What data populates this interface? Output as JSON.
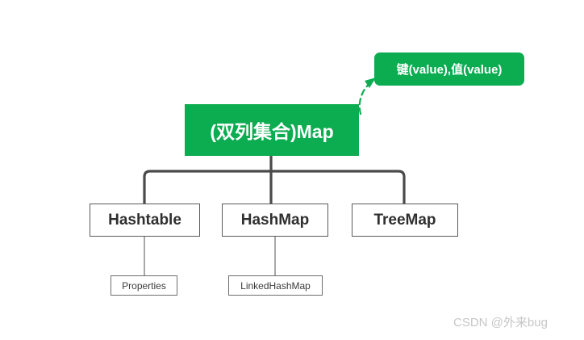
{
  "diagram": {
    "type": "tree",
    "title_node": {
      "label": "(双列集合)Map",
      "color": "#0CAC51",
      "text_color": "#ffffff"
    },
    "callout": {
      "label": "键(value),值(value)",
      "color": "#0CAC51",
      "text_color": "#ffffff",
      "connector": "dashed-curved-arrow"
    },
    "children": [
      {
        "label": "Hashtable",
        "leaf": {
          "label": "Properties"
        }
      },
      {
        "label": "HashMap",
        "leaf": {
          "label": "LinkedHashMap"
        }
      },
      {
        "label": "TreeMap",
        "leaf": null
      }
    ],
    "line_color": "#4A4A4A",
    "box_border_color": "#5A5A5A",
    "background": "#ffffff"
  },
  "watermark": {
    "text": "CSDN @外来bug",
    "color": "#C6C6C6"
  }
}
